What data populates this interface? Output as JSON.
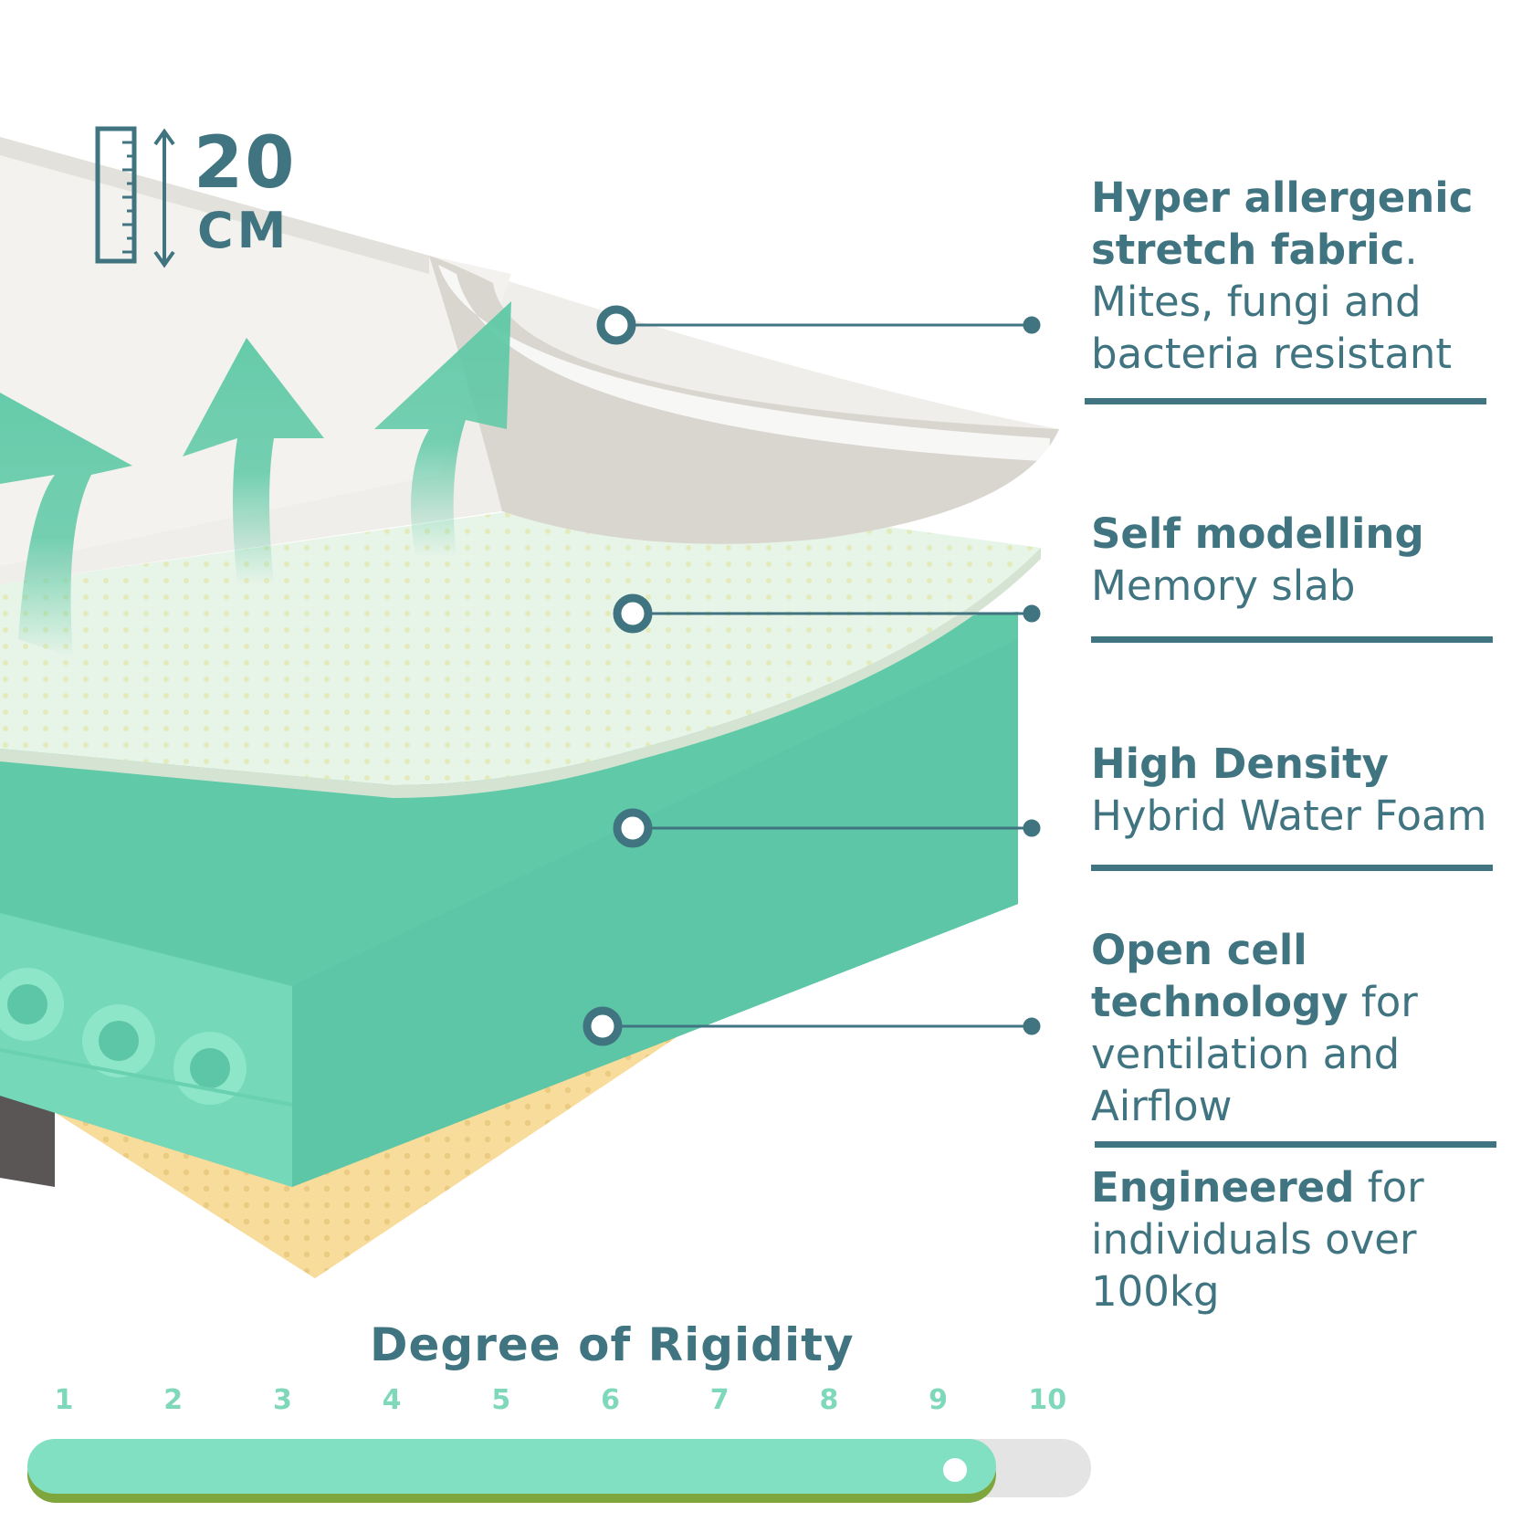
{
  "height_badge": {
    "value": "20",
    "unit": "CM",
    "icon": "ruler-icon"
  },
  "features": [
    {
      "bold": "Hyper allergenic stretch fabric",
      "light": ". Mites, fungi and bacteria resistant"
    },
    {
      "bold": "Self modelling",
      "light": "Memory slab"
    },
    {
      "bold": "High Density",
      "light": "Hybrid Water Foam"
    },
    {
      "bold": "Open cell technology",
      "light": " for ventilation and Airflow"
    },
    {
      "bold": "Engineered",
      "light": " for individuals over 100kg"
    }
  ],
  "rigidity": {
    "title": "Degree of Rigidity",
    "scale": [
      "1",
      "2",
      "3",
      "4",
      "5",
      "6",
      "7",
      "8",
      "9",
      "10"
    ],
    "value": 9,
    "colors": {
      "fill": "#80e0c1",
      "track": "#e4e4e4",
      "shadow": "#7ea63c",
      "ticks": "#7fd8bb"
    }
  },
  "colors": {
    "text": "#3f7480",
    "foam": "#5fc9a8",
    "latex": "#f7dc9b",
    "memory": "#e9f6ec",
    "fabric": "#f0efea"
  }
}
